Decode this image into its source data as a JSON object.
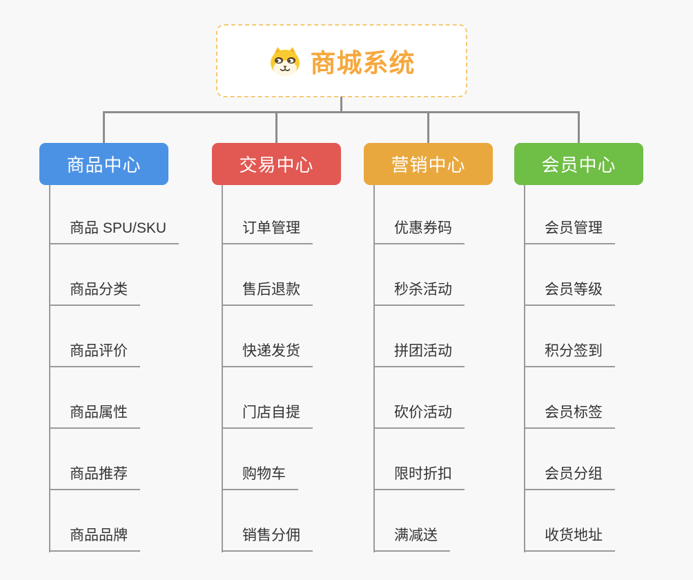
{
  "root": {
    "title": "商城系统",
    "icon": "shiba-dog-icon",
    "text_color": "#f5a83e",
    "border_color": "#f7c873"
  },
  "branches": [
    {
      "label": "商品中心",
      "color": "#4b92e5",
      "items": [
        "商品 SPU/SKU",
        "商品分类",
        "商品评价",
        "商品属性",
        "商品推荐",
        "商品品牌"
      ]
    },
    {
      "label": "交易中心",
      "color": "#e25852",
      "items": [
        "订单管理",
        "售后退款",
        "快递发货",
        "门店自提",
        "购物车",
        "销售分佣"
      ]
    },
    {
      "label": "营销中心",
      "color": "#e9a83e",
      "items": [
        "优惠券码",
        "秒杀活动",
        "拼团活动",
        "砍价活动",
        "限时折扣",
        "满减送"
      ]
    },
    {
      "label": "会员中心",
      "color": "#6fbe46",
      "items": [
        "会员管理",
        "会员等级",
        "积分签到",
        "会员标签",
        "会员分组",
        "收货地址"
      ]
    }
  ]
}
